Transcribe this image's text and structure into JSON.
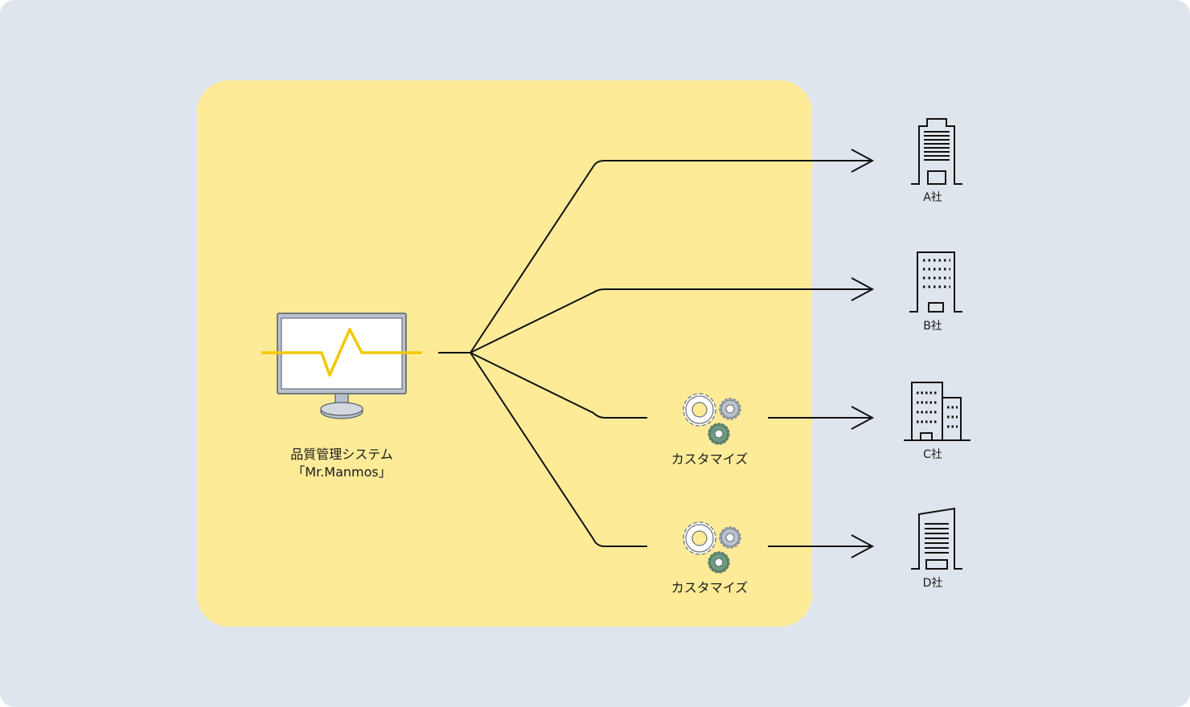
{
  "system": {
    "name_line1": "品質管理システム",
    "name_line2": "「Mr.Manmos」",
    "icon": "monitor-with-waveform-icon"
  },
  "customizations": [
    {
      "label": "カスタマイズ",
      "icon": "gears-icon"
    },
    {
      "label": "カスタマイズ",
      "icon": "gears-icon"
    }
  ],
  "companies": [
    {
      "label": "A社",
      "icon": "office-building-icon"
    },
    {
      "label": "B社",
      "icon": "office-building-icon"
    },
    {
      "label": "C社",
      "icon": "office-buildings-icon"
    },
    {
      "label": "D社",
      "icon": "office-tower-icon"
    }
  ],
  "colors": {
    "background": "#dfe5ec",
    "panel": "#fdeb98",
    "waveform": "#f2c800",
    "line": "#111111",
    "gear_light": "#ffffff",
    "gear_gray": "#b9c2cc",
    "gear_green": "#6f9a84"
  }
}
